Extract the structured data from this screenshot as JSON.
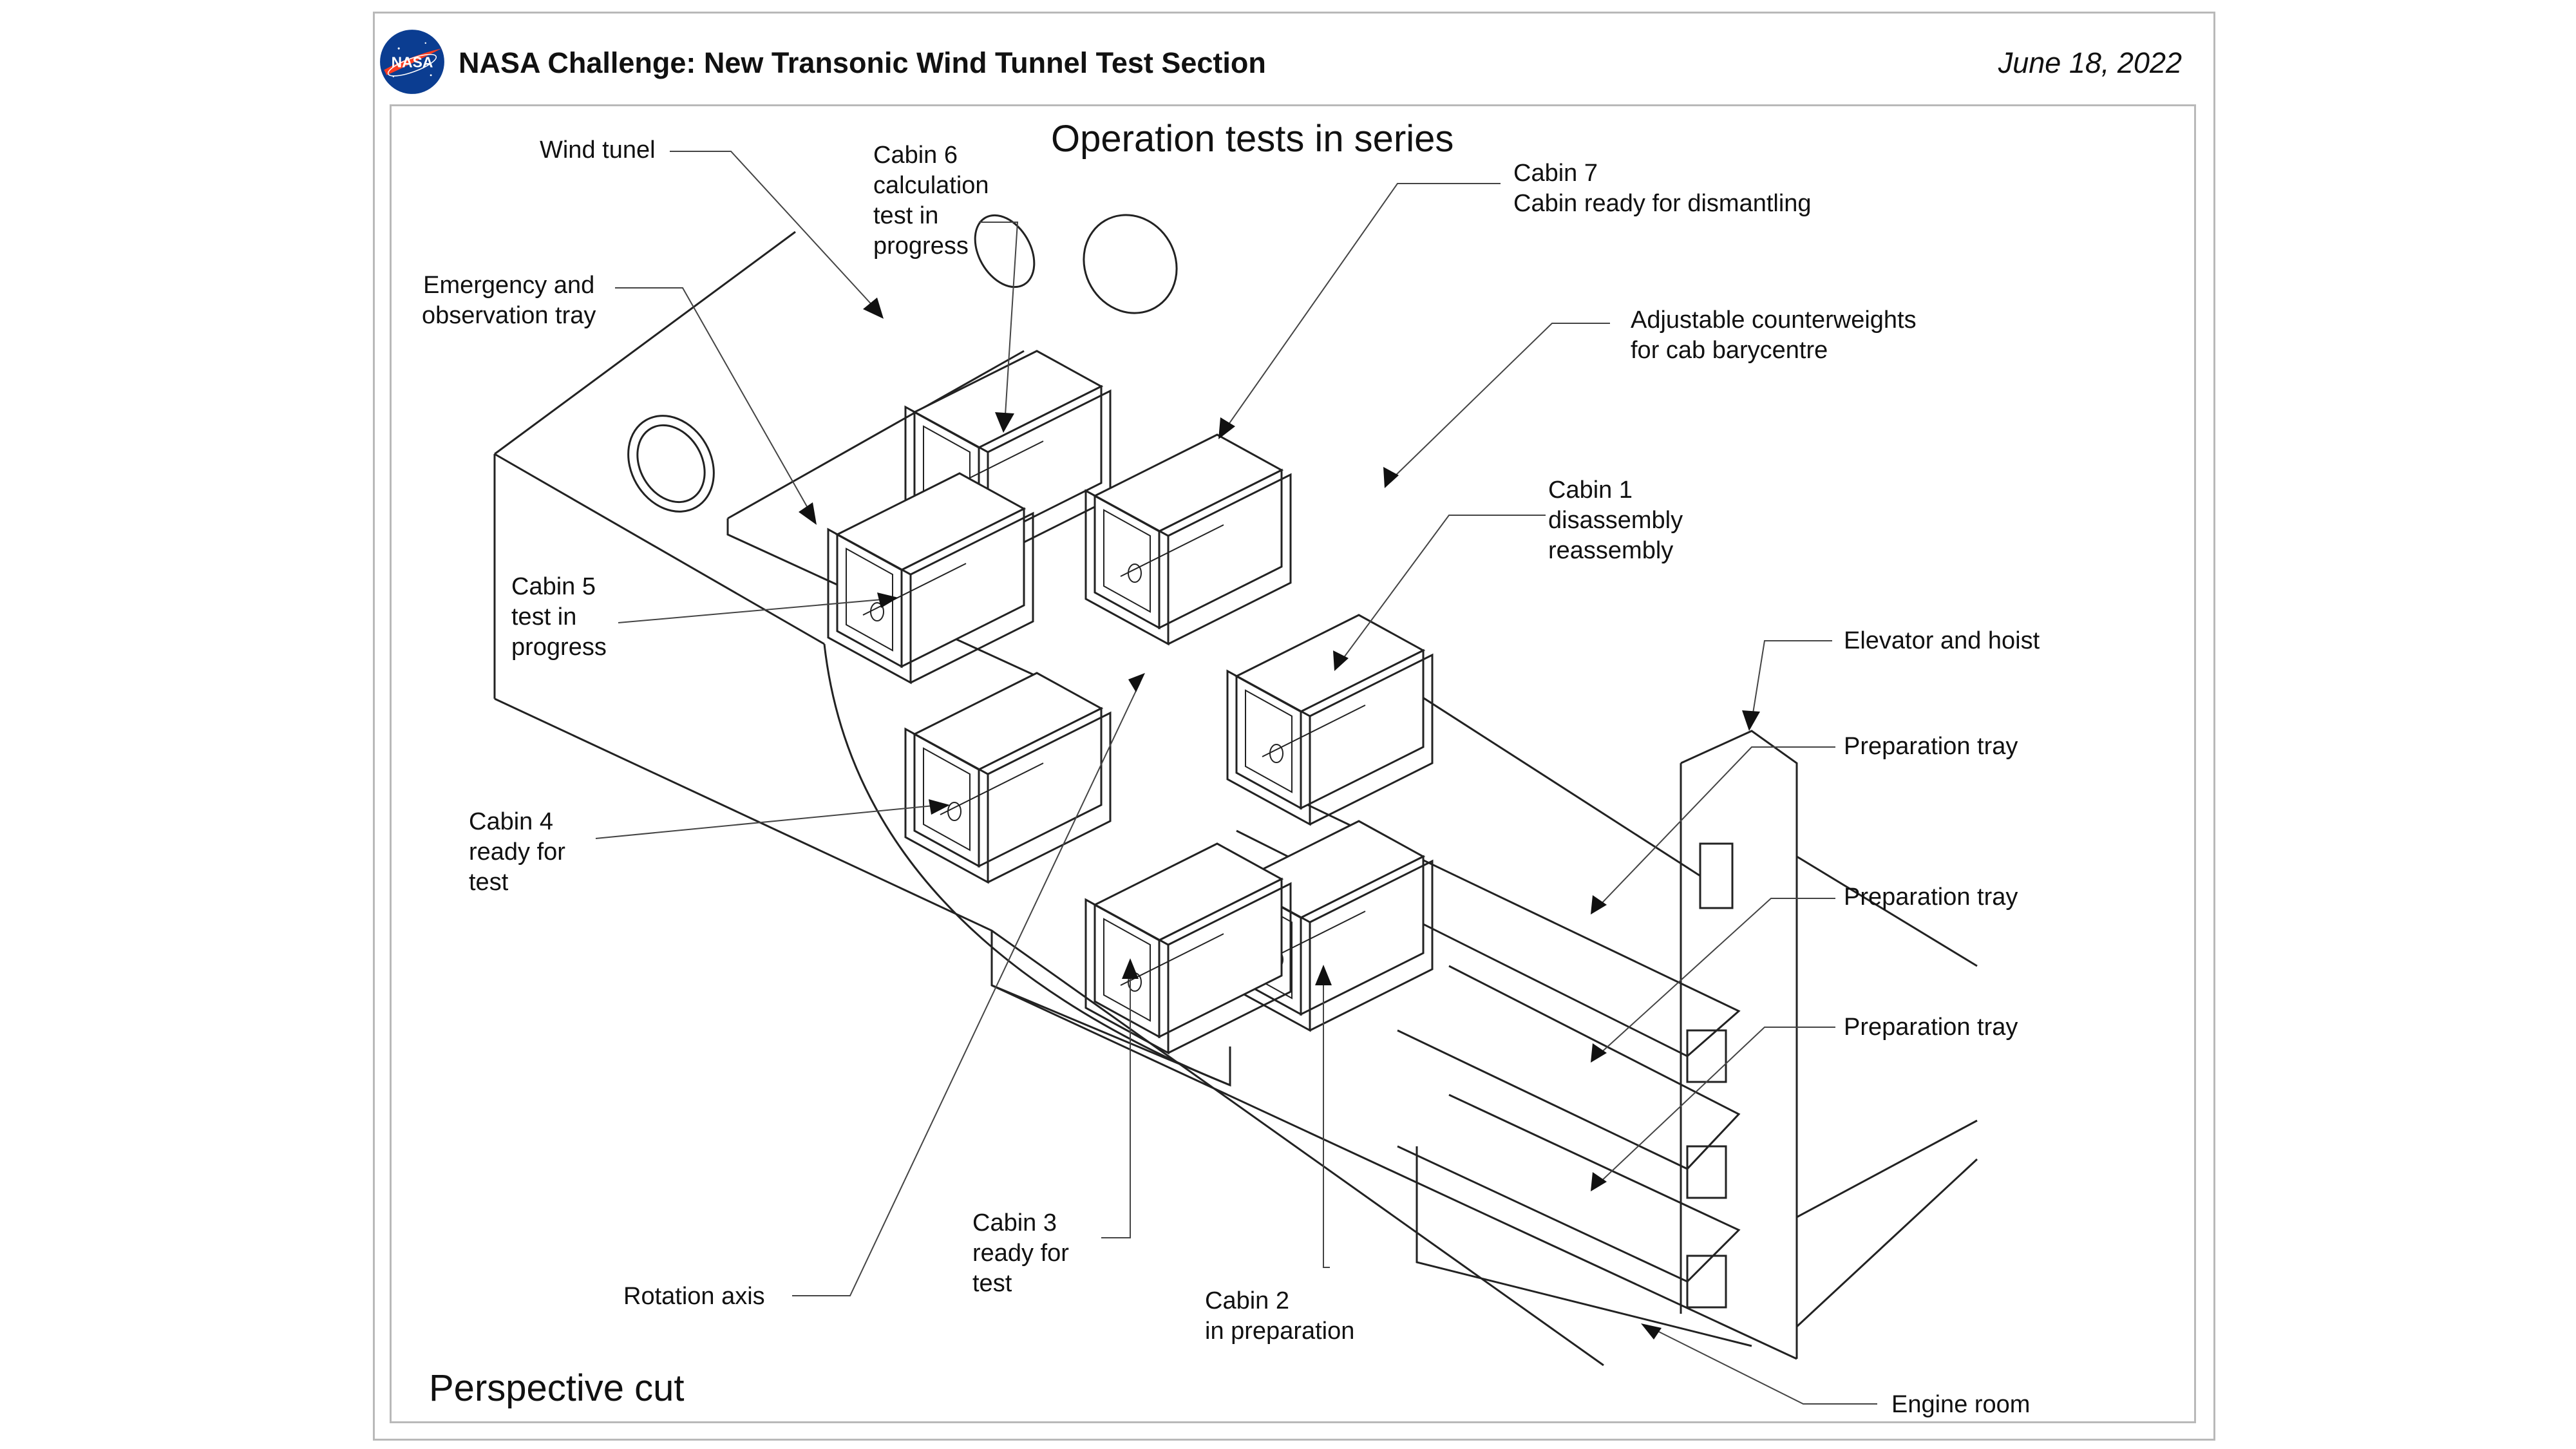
{
  "header": {
    "title": "NASA Challenge: New Transonic Wind Tunnel Test Section",
    "date": "June 18, 2022",
    "logo_text": "NASA"
  },
  "diagram": {
    "heading": "Operation tests in series",
    "footer": "Perspective cut",
    "labels": {
      "wind_tunnel": "Wind tunel",
      "emergency_tray": "Emergency and\nobservation tray",
      "cabin6": "Cabin 6\ncalculation\ntest in\nprogress",
      "cabin7": "Cabin 7\nCabin ready for dismantling",
      "counterweights": "Adjustable counterweights\nfor cab barycentre",
      "cabin1": "Cabin 1\ndisassembly\nreassembly",
      "elevator": "Elevator and hoist",
      "prep_tray_1": "Preparation tray",
      "prep_tray_2": "Preparation tray",
      "prep_tray_3": "Preparation tray",
      "cabin5": "Cabin 5\ntest in\nprogress",
      "cabin4": "Cabin 4\nready for\ntest",
      "cabin3": "Cabin 3\nready for\ntest",
      "cabin2": "Cabin 2\nin preparation",
      "rotation_axis": "Rotation axis",
      "engine_room": "Engine room"
    }
  },
  "colors": {
    "frame": "#b9b9b9",
    "nasa_blue": "#0b3d91",
    "nasa_red": "#fc3d21",
    "line": "#222222"
  }
}
